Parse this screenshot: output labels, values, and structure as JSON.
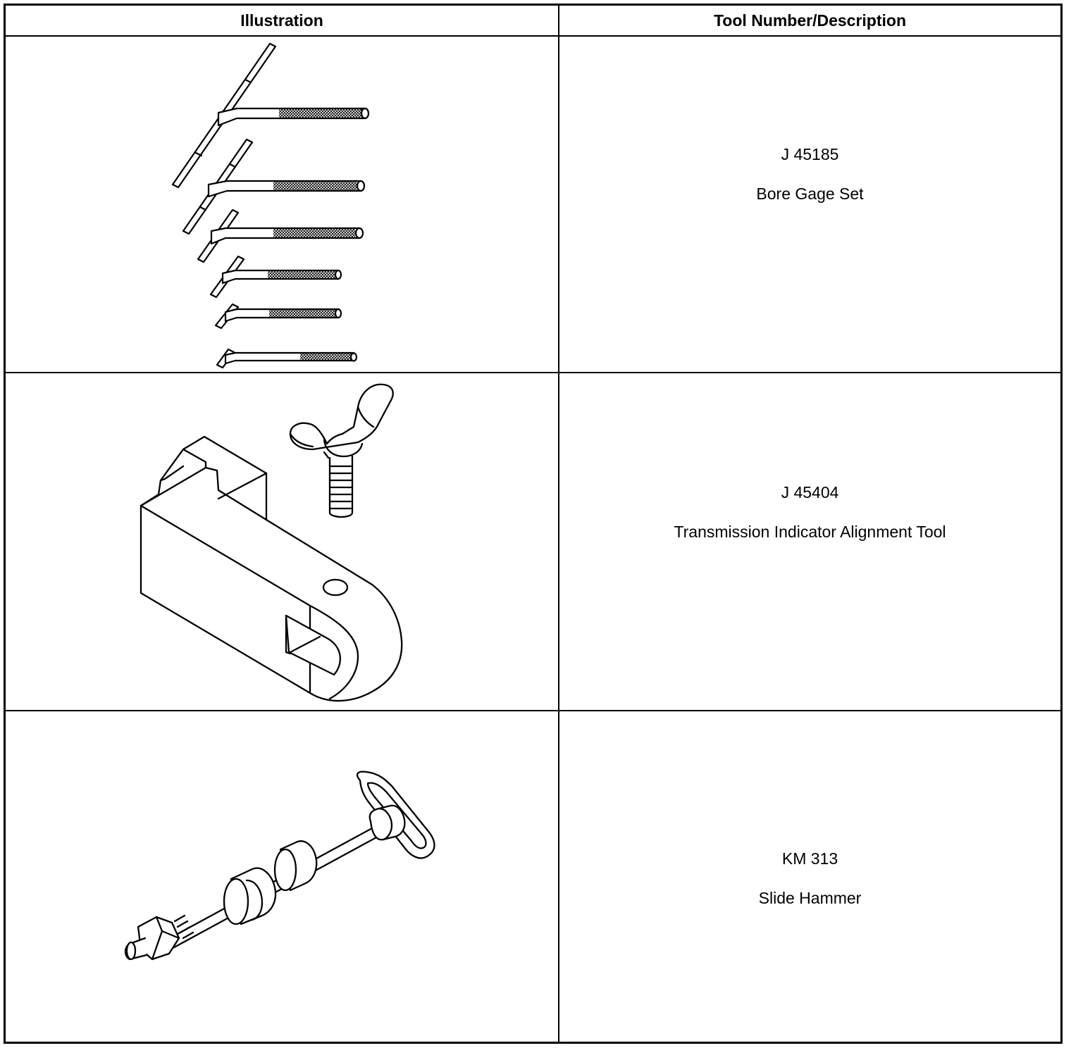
{
  "table": {
    "headers": {
      "illustration": "Illustration",
      "tool": "Tool Number/Description"
    },
    "rows": [
      {
        "tool_number": "J 45185",
        "description": "Bore Gage Set",
        "illustration_icon": "bore-gage-set-icon"
      },
      {
        "tool_number": "J 45404",
        "description": "Transmission Indicator Alignment Tool",
        "illustration_icon": "alignment-tool-icon"
      },
      {
        "tool_number": "KM 313",
        "description": "Slide Hammer",
        "illustration_icon": "slide-hammer-icon"
      }
    ]
  }
}
